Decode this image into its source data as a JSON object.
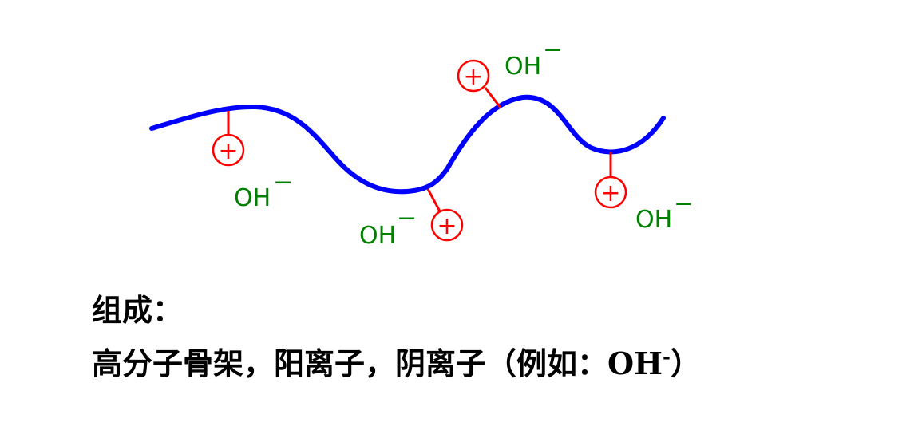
{
  "colors": {
    "backbone": "#0000ff",
    "cation": "#ff0000",
    "anion": "#008000",
    "text": "#000000"
  },
  "diagram": {
    "cation_symbol": "+",
    "anion_label": "OH",
    "anion_charge": "−"
  },
  "caption": {
    "line1": "组成：",
    "line2_prefix": "高分子骨架，阳离子，阴离子（例如：",
    "line2_formula": "OH",
    "line2_charge": "-",
    "line2_suffix": "）"
  }
}
